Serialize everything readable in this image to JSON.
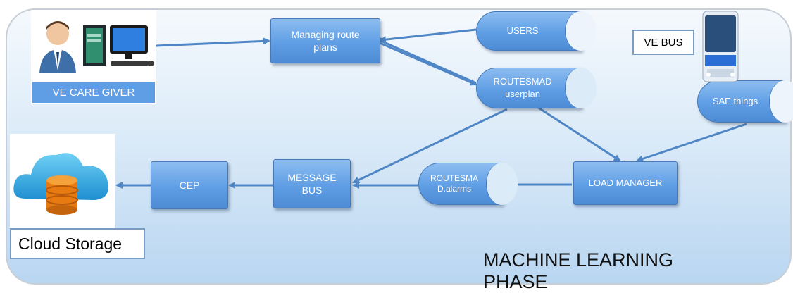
{
  "actors": {
    "caregiver_label": "VE CARE GIVER",
    "bus_label": "VE BUS",
    "cloud_label": "Cloud Storage"
  },
  "nodes": {
    "managing_route_plans": "Managing route plans",
    "users": "USERS",
    "routesmad_userplan": "ROUTESMAD userplan",
    "sae_things": "SAE.things",
    "load_manager": "LOAD MANAGER",
    "routesmad_alarms": "ROUTESMA D.alarms",
    "message_bus": "MESSAGE BUS",
    "cep": "CEP"
  },
  "phase_title": "MACHINE LEARNING PHASE",
  "colors": {
    "node_fill": "#5f9ee5",
    "node_border": "#4679b8",
    "arrow": "#4f86c6",
    "background_gradient_bottom": "#b9d6f1"
  }
}
